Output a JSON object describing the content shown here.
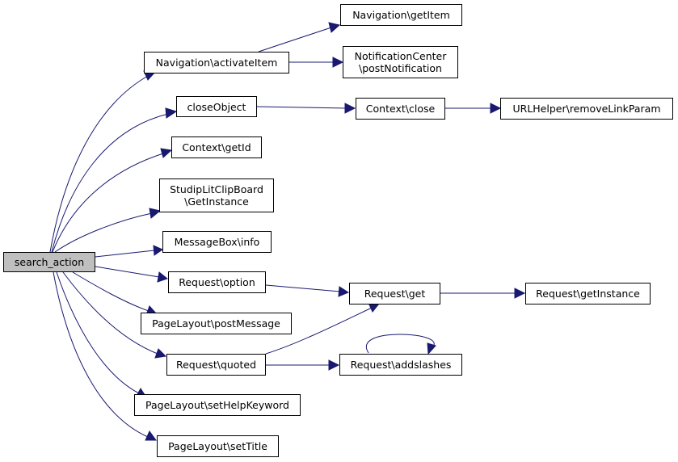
{
  "nodes": {
    "search_action": "search_action",
    "nav_getitem": "Navigation\\getItem",
    "nav_activateitem": "Navigation\\activateItem",
    "notification_postnotification": "NotificationCenter\n\\postNotification",
    "closeobject": "closeObject",
    "context_close": "Context\\close",
    "urlhelper_removelinkparam": "URLHelper\\removeLinkParam",
    "context_getid": "Context\\getId",
    "clipboard_getinstance": "StudipLitClipBoard\n\\GetInstance",
    "messagebox_info": "MessageBox\\info",
    "request_option": "Request\\option",
    "request_get": "Request\\get",
    "request_getinstance": "Request\\getInstance",
    "pagelayout_postmessage": "PageLayout\\postMessage",
    "request_quoted": "Request\\quoted",
    "request_addslashes": "Request\\addslashes",
    "pagelayout_sethelpkeyword": "PageLayout\\setHelpKeyword",
    "pagelayout_settitle": "PageLayout\\setTitle"
  },
  "colors": {
    "edge": "#191970",
    "root_fill": "#bfbfbf",
    "node_fill": "#ffffff",
    "border": "#000000"
  }
}
